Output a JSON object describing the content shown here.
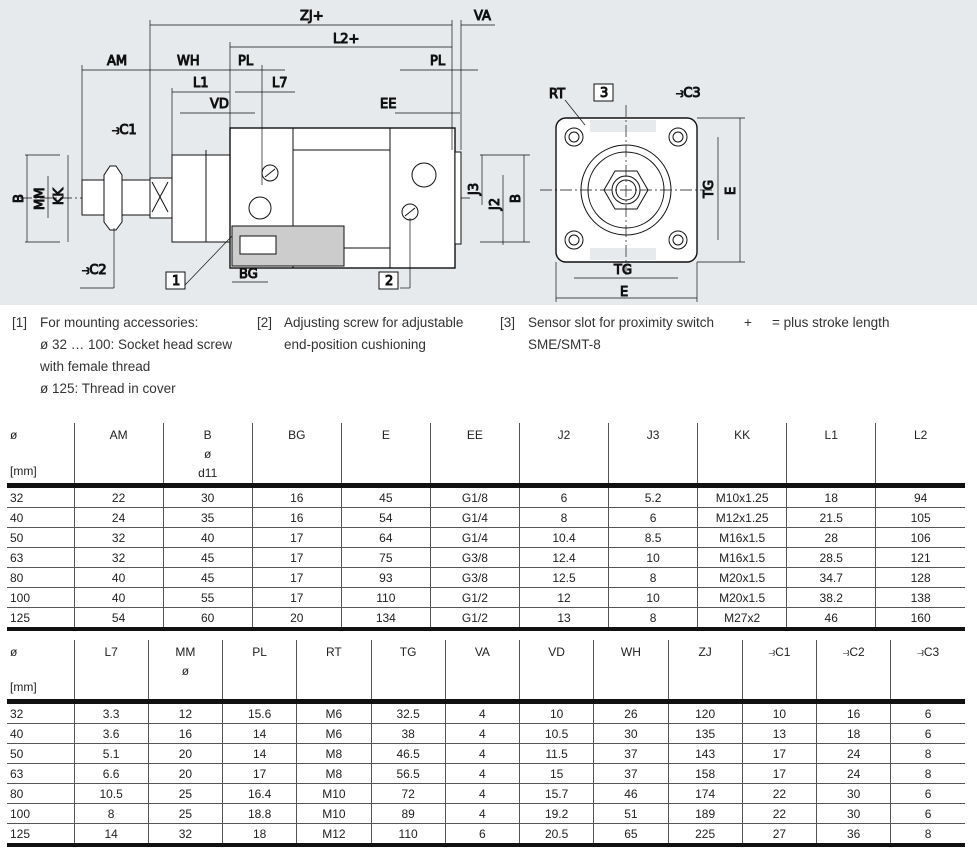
{
  "drawing": {
    "labels": {
      "zj": "ZJ+",
      "va": "VA",
      "l2": "L2+",
      "am": "AM",
      "wh": "WH",
      "pl1": "PL",
      "pl2": "PL",
      "l1": "L1",
      "l7": "L7",
      "vd": "VD",
      "ee": "EE",
      "w1": "⥽C1",
      "w2": "⥽C2",
      "b1": "B",
      "mm": "MM",
      "kk": "KK",
      "j3": "J3",
      "j2": "J2",
      "b2": "B",
      "bg": "BG",
      "box1": "1",
      "box2": "2",
      "rt": "RT",
      "box3": "3",
      "w3": "⥽C3",
      "tg1": "TG",
      "e1": "E",
      "tg2": "TG",
      "e2": "E"
    }
  },
  "legend": {
    "item1": {
      "num": "[1]",
      "lines": [
        "For mounting accessories:",
        "ø 32 … 100: Socket head screw",
        "with female thread",
        "ø 125: Thread in cover"
      ]
    },
    "item2": {
      "num": "[2]",
      "lines": [
        "Adjusting screw for adjustable",
        "end-position cushioning"
      ]
    },
    "item3": {
      "num": "[3]",
      "lines": [
        "Sensor slot for proximity switch",
        "SME/SMT-8"
      ]
    },
    "plus": {
      "num": "+",
      "text": "= plus stroke length"
    }
  },
  "table1": {
    "header": [
      [
        "ø",
        "[mm]"
      ],
      [
        "AM"
      ],
      [
        "B",
        "ø",
        "d11"
      ],
      [
        "BG"
      ],
      [
        "E"
      ],
      [
        "EE"
      ],
      [
        "J2"
      ],
      [
        "J3"
      ],
      [
        "KK"
      ],
      [
        "L1"
      ],
      [
        "L2"
      ]
    ],
    "rows": [
      [
        "32",
        "22",
        "30",
        "16",
        "45",
        "G1/8",
        "6",
        "5.2",
        "M10x1.25",
        "18",
        "94"
      ],
      [
        "40",
        "24",
        "35",
        "16",
        "54",
        "G1/4",
        "8",
        "6",
        "M12x1.25",
        "21.5",
        "105"
      ],
      [
        "50",
        "32",
        "40",
        "17",
        "64",
        "G1/4",
        "10.4",
        "8.5",
        "M16x1.5",
        "28",
        "106"
      ],
      [
        "63",
        "32",
        "45",
        "17",
        "75",
        "G3/8",
        "12.4",
        "10",
        "M16x1.5",
        "28.5",
        "121"
      ],
      [
        "80",
        "40",
        "45",
        "17",
        "93",
        "G3/8",
        "12.5",
        "8",
        "M20x1.5",
        "34.7",
        "128"
      ],
      [
        "100",
        "40",
        "55",
        "17",
        "110",
        "G1/2",
        "12",
        "10",
        "M20x1.5",
        "38.2",
        "138"
      ],
      [
        "125",
        "54",
        "60",
        "20",
        "134",
        "G1/2",
        "13",
        "8",
        "M27x2",
        "46",
        "160"
      ]
    ]
  },
  "table2": {
    "header": [
      [
        "ø",
        "[mm]"
      ],
      [
        "L7"
      ],
      [
        "MM",
        "ø"
      ],
      [
        "PL"
      ],
      [
        "RT"
      ],
      [
        "TG"
      ],
      [
        "VA"
      ],
      [
        "VD"
      ],
      [
        "WH"
      ],
      [
        "ZJ"
      ],
      [
        "⥽C1"
      ],
      [
        "⥽C2"
      ],
      [
        "⥽C3"
      ]
    ],
    "rows": [
      [
        "32",
        "3.3",
        "12",
        "15.6",
        "M6",
        "32.5",
        "4",
        "10",
        "26",
        "120",
        "10",
        "16",
        "6"
      ],
      [
        "40",
        "3.6",
        "16",
        "14",
        "M6",
        "38",
        "4",
        "10.5",
        "30",
        "135",
        "13",
        "18",
        "6"
      ],
      [
        "50",
        "5.1",
        "20",
        "14",
        "M8",
        "46.5",
        "4",
        "11.5",
        "37",
        "143",
        "17",
        "24",
        "8"
      ],
      [
        "63",
        "6.6",
        "20",
        "17",
        "M8",
        "56.5",
        "4",
        "15",
        "37",
        "158",
        "17",
        "24",
        "8"
      ],
      [
        "80",
        "10.5",
        "25",
        "16.4",
        "M10",
        "72",
        "4",
        "15.7",
        "46",
        "174",
        "22",
        "30",
        "6"
      ],
      [
        "100",
        "8",
        "25",
        "18.8",
        "M10",
        "89",
        "4",
        "19.2",
        "51",
        "189",
        "22",
        "30",
        "6"
      ],
      [
        "125",
        "14",
        "32",
        "18",
        "M12",
        "110",
        "6",
        "20.5",
        "65",
        "225",
        "27",
        "36",
        "8"
      ]
    ]
  }
}
